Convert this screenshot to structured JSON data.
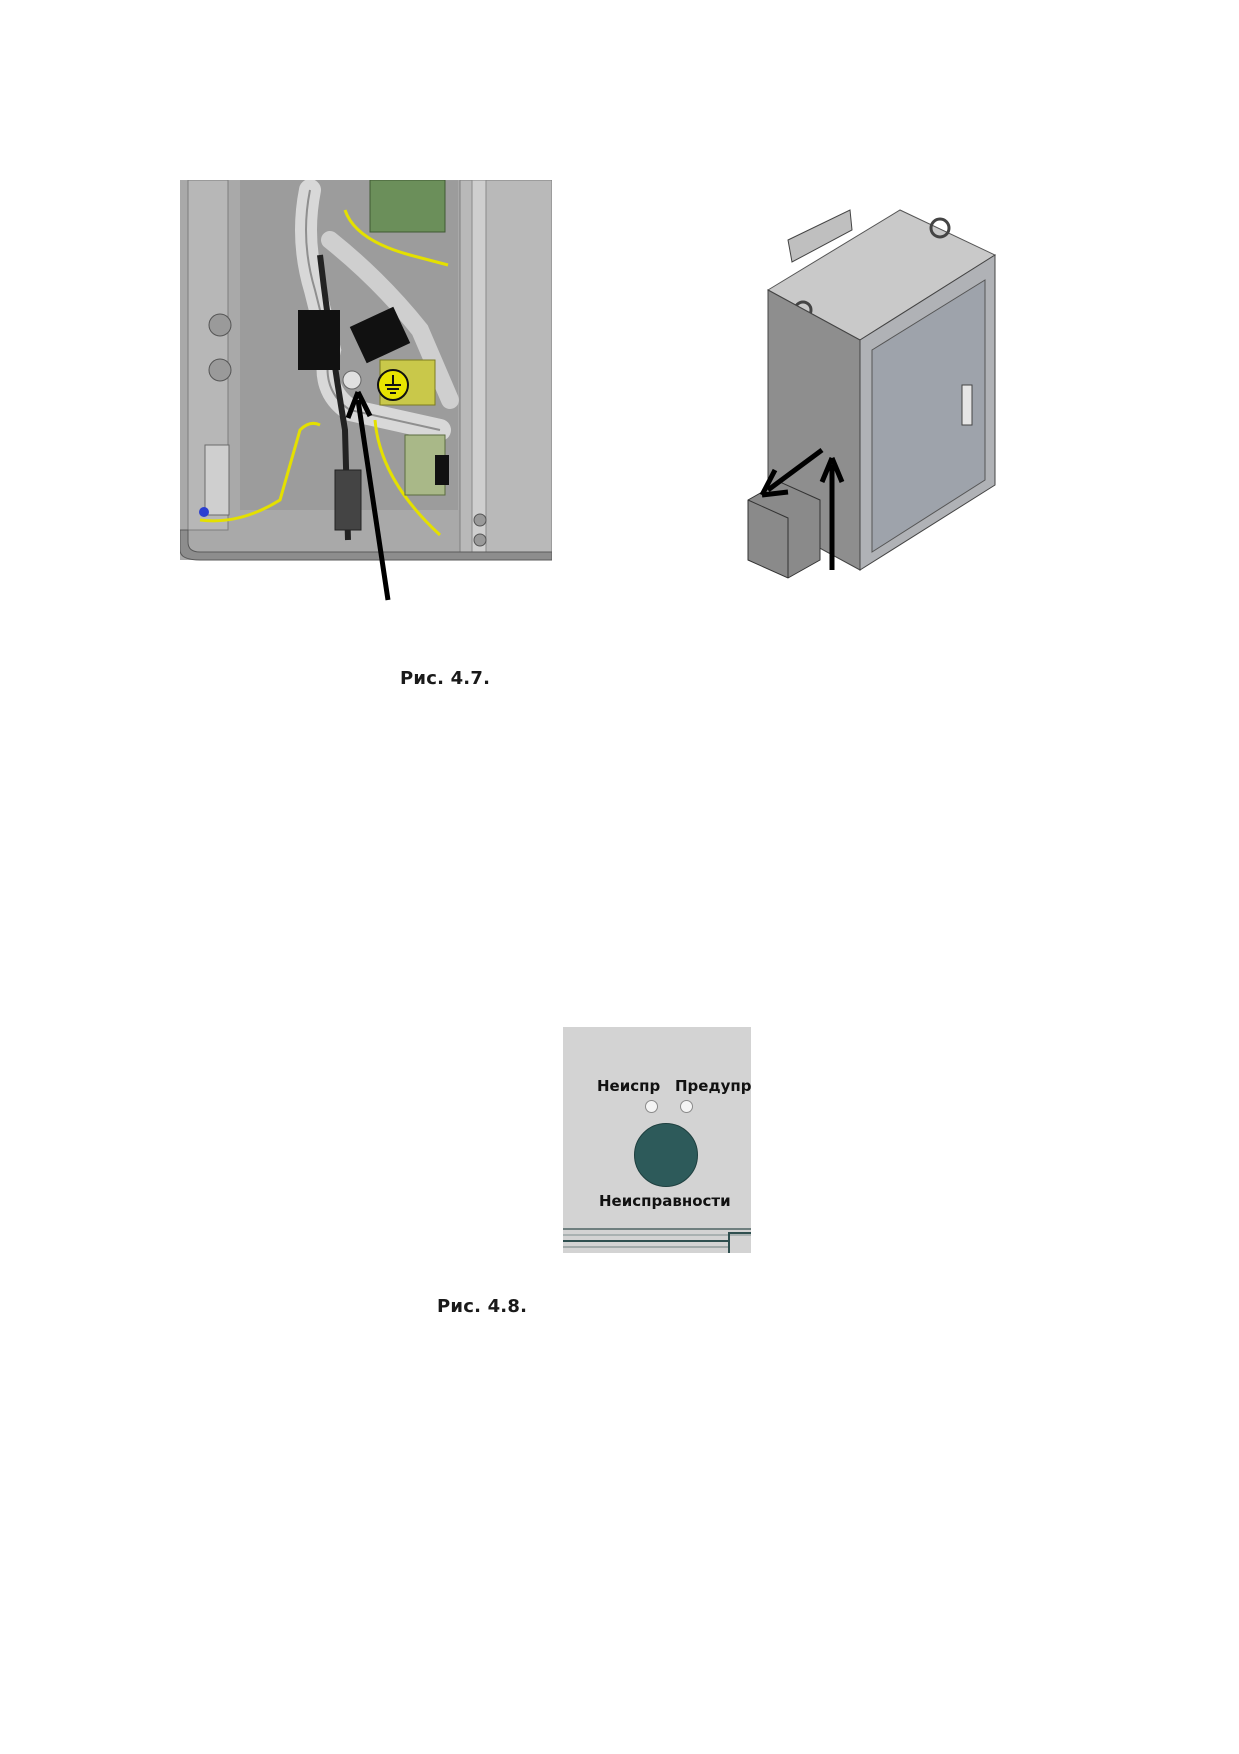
{
  "figure_4_7": {
    "caption": "Рис. 4.7.",
    "left_image": {
      "description_icon": "cabinet-interior-ground-terminal",
      "symbol": "⏚"
    },
    "right_image": {
      "description_icon": "cabinet-exterior-with-cable-box"
    }
  },
  "figure_4_8": {
    "caption": "Рис. 4.8.",
    "panel": {
      "label_fault": "Неиспр",
      "label_warning": "Предупр",
      "label_button": "Неисправности",
      "button_color": "#2d5a5a",
      "panel_color": "#d3d3d3"
    }
  }
}
